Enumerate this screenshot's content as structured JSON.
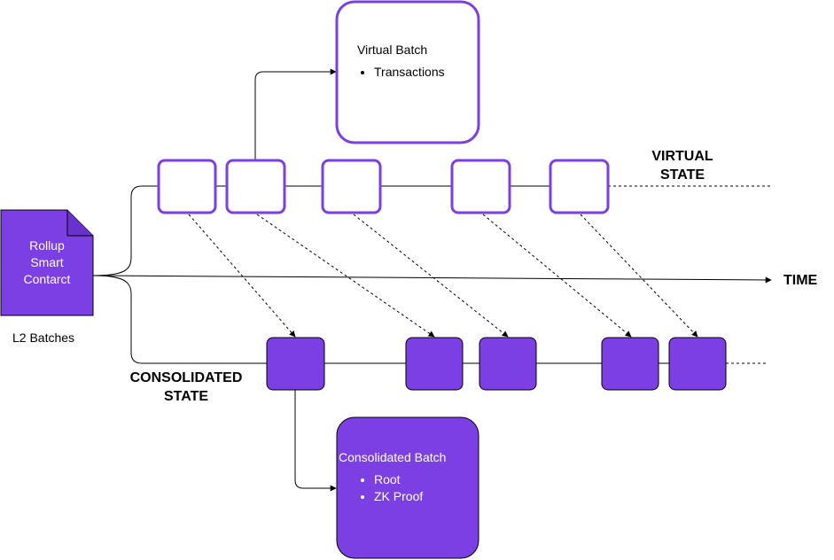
{
  "source": {
    "label_lines": [
      "Rollup",
      "Smart",
      "Contarct"
    ],
    "caption": "L2 Batches"
  },
  "axis": {
    "time_label": "TIME"
  },
  "virtual_state": {
    "label_lines": [
      "VIRTUAL",
      "STATE"
    ],
    "detail_title": "Virtual Batch",
    "detail_items": [
      "Transactions"
    ]
  },
  "consolidated_state": {
    "label_lines": [
      "CONSOLIDATED",
      "STATE"
    ],
    "detail_title": "Consolidated Batch",
    "detail_items": [
      "Root",
      "ZK Proof"
    ]
  },
  "colors": {
    "accent": "#7b3fe4",
    "node_fill_virtual": "#ffffff",
    "node_fill_consolidated": "#7b3fe4",
    "line": "#000000"
  }
}
